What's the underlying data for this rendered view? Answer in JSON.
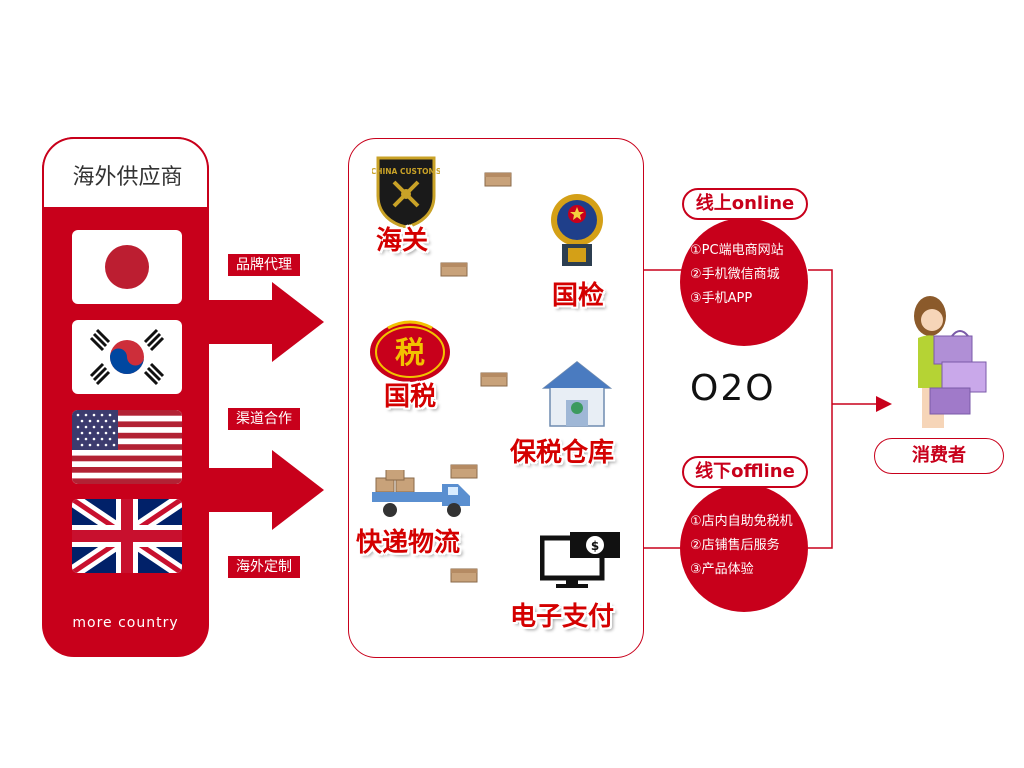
{
  "supplier": {
    "title": "海外供应商",
    "flags": [
      "japan-flag",
      "korea-flag",
      "usa-flag",
      "uk-flag"
    ],
    "more": "more country"
  },
  "channels": [
    "品牌代理",
    "渠道合作",
    "海外定制"
  ],
  "nodes": {
    "customs": "海关",
    "inspection": "国检",
    "tax": "国税",
    "bonded_warehouse": "保税仓库",
    "express": "快递物流",
    "payment": "电子支付"
  },
  "online": {
    "label": "线上online",
    "items": [
      "①PC端电商网站",
      "②手机微信商城",
      "③手机APP"
    ]
  },
  "offline": {
    "label": "线下offline",
    "items": [
      "①店内自助免税机",
      "②店铺售后服务",
      "③产品体验"
    ]
  },
  "o2o": "O2O",
  "consumer": "消费者",
  "customs_badge_text": "CHINA CUSTOMS",
  "tax_badge_char": "税",
  "colors": {
    "brand_red": "#c8001b",
    "label_red": "#d40000"
  }
}
